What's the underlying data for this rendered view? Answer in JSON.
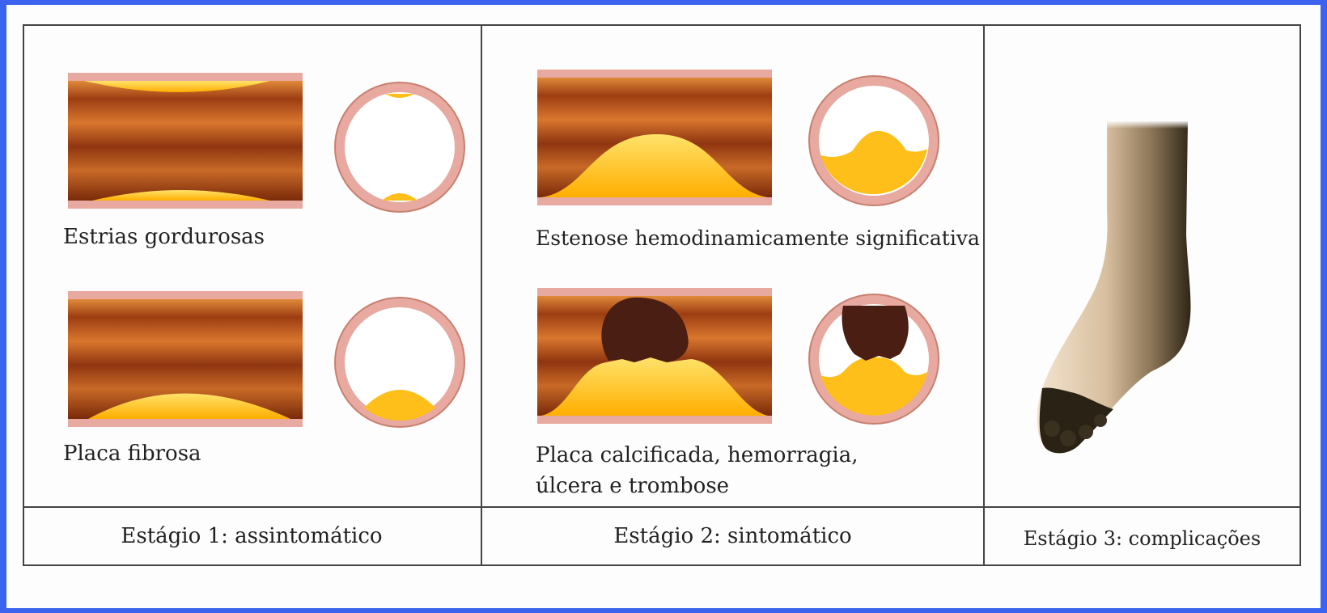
{
  "stages": [
    {
      "label": "Estágio 1: assintomático",
      "panels": [
        {
          "caption": "Estrias gordurosas"
        },
        {
          "caption": "Placa fibrosa"
        }
      ]
    },
    {
      "label": "Estágio 2: sintomático",
      "panels": [
        {
          "caption": "Estenose hemodinamicamente significativa"
        },
        {
          "caption_line1": "Placa calcificada, hemorragia,",
          "caption_line2": "úlcera e trombose"
        }
      ]
    },
    {
      "label": "Estágio 3: complicações"
    }
  ],
  "colors": {
    "background": "#3b63ee",
    "vessel_wall": "#e7a9a0",
    "vessel_lumen": "#b45a1c",
    "plaque": "#ffc21a",
    "thrombus": "#4a1e12"
  }
}
